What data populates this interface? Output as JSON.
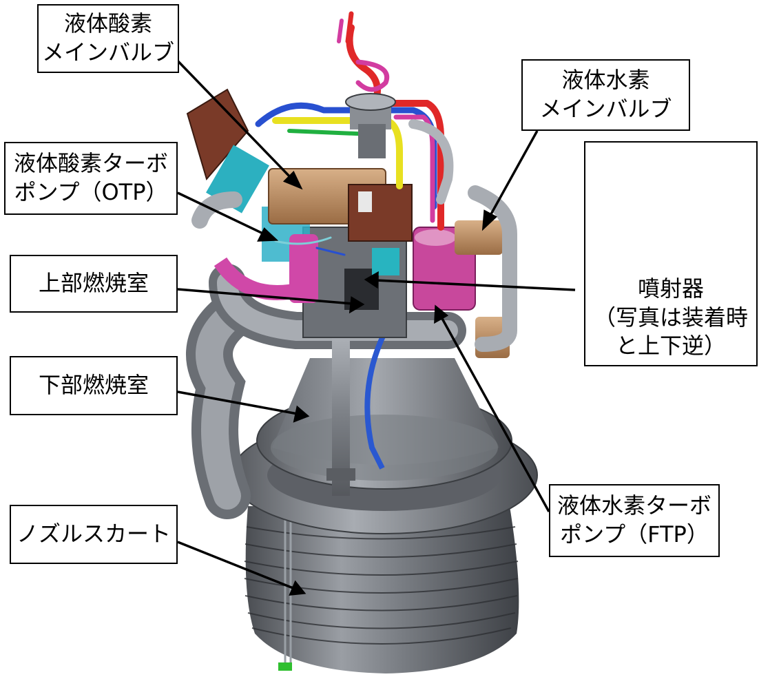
{
  "labels": {
    "lox_main_valve": "液体酸素\nメインバルブ",
    "lh2_main_valve": "液体水素\nメインバルブ",
    "lox_turbopump": "液体酸素ターボ\nポンプ（OTP）",
    "upper_combustor": "上部燃焼室",
    "lower_combustor": "下部燃焼室",
    "nozzle_skirt": "ノズルスカート",
    "lh2_turbopump": "液体水素ターボ\nポンプ（FTP）",
    "injector_caption": "噴射器\n（写真は装着時\nと上下逆）"
  },
  "colors": {
    "engine_gray": "#8c9096",
    "valve_bronze": "#b88a5c",
    "pipe_magenta": "#d23ca0",
    "pipe_red": "#e02828",
    "pipe_yellow": "#e8e020",
    "pipe_blue": "#2850d0",
    "box_brown": "#7a3a28"
  }
}
